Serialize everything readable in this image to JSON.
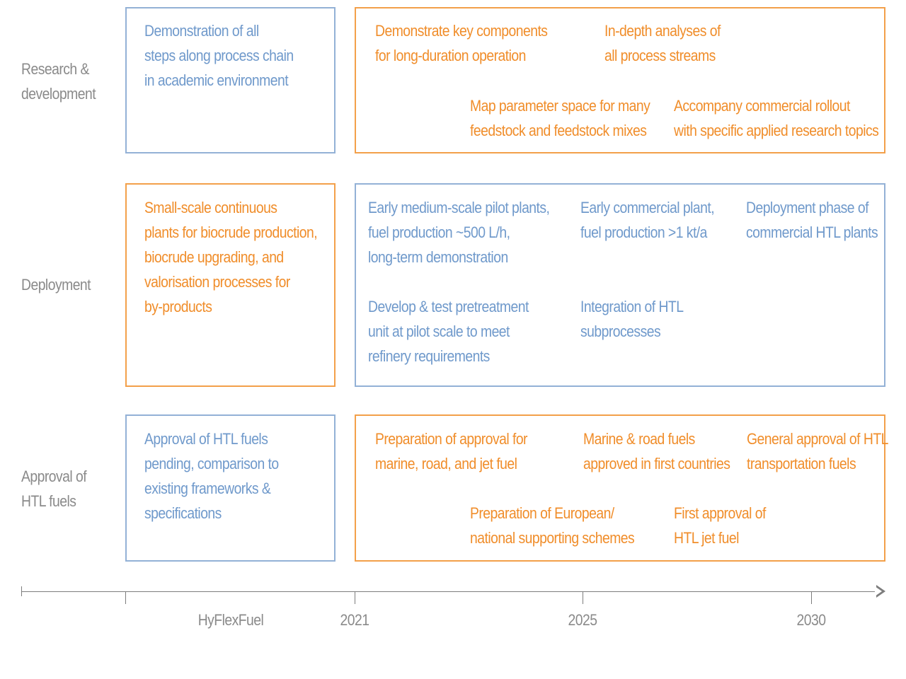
{
  "colors": {
    "blue": "#6f99cb",
    "orange": "#f08d2a",
    "blue_border": "#93b1d6",
    "orange_border": "#f3a04a",
    "gray": "#8a8a8a"
  },
  "rows": {
    "research": [
      "Research &",
      "development"
    ],
    "deployment": [
      "Deployment"
    ],
    "approval": [
      "Approval of",
      "HTL fuels"
    ]
  },
  "research": {
    "hyflex": [
      "Demonstration of all",
      "steps along process chain",
      "in academic environment"
    ],
    "key_components": [
      "Demonstrate key components",
      "for long-duration operation"
    ],
    "analyses": [
      "In-depth analyses of",
      "all process streams"
    ],
    "parameter_space": [
      "Map parameter space for many",
      "feedstock and feedstock mixes"
    ],
    "rollout": [
      "Accompany commercial rollout",
      "with specific applied research topics"
    ]
  },
  "deployment": {
    "hyflex": [
      "Small-scale continuous",
      "plants for biocrude production,",
      "biocrude upgrading, and",
      "valorisation processes for",
      "by-products"
    ],
    "pilot": [
      "Early medium-scale pilot plants,",
      "fuel production ~500 L/h,",
      "long-term demonstration"
    ],
    "commercial": [
      "Early commercial plant,",
      "fuel production >1 kt/a"
    ],
    "phase": [
      "Deployment phase of",
      "commercial HTL plants"
    ],
    "pretreatment": [
      "Develop & test pretreatment",
      "unit at pilot scale to meet",
      "refinery requirements"
    ],
    "integration": [
      "Integration of HTL",
      "subprocesses"
    ]
  },
  "approval": {
    "hyflex": [
      "Approval of HTL fuels",
      "pending, comparison to",
      "existing frameworks &",
      "specifications"
    ],
    "preparation": [
      "Preparation of approval for",
      "marine, road, and jet fuel"
    ],
    "marine_road": [
      "Marine & road fuels",
      "approved in first countries"
    ],
    "general": [
      "General approval of HTL",
      "transportation fuels"
    ],
    "european": [
      "Preparation of European/",
      "national supporting schemes"
    ],
    "jet": [
      "First approval of",
      "HTL jet fuel"
    ]
  },
  "axis": {
    "labels": [
      "HyFlexFuel",
      "2021",
      "2025",
      "2030"
    ]
  }
}
